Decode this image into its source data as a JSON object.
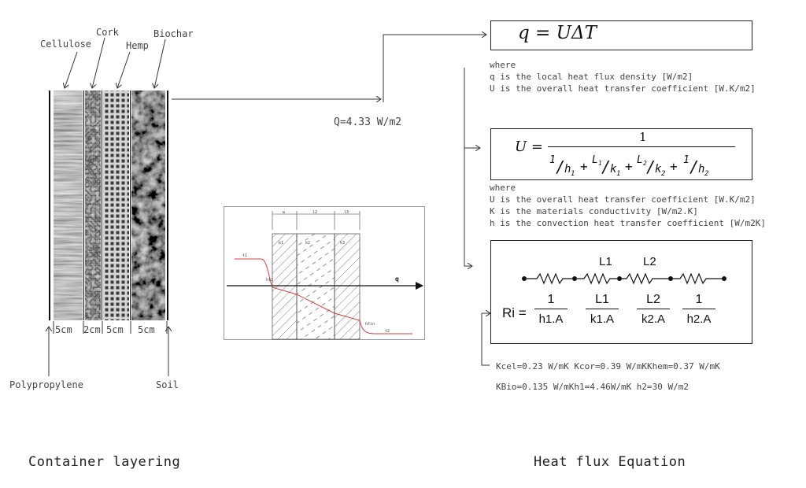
{
  "layers": {
    "labels": {
      "cellulose": "Cellulose",
      "cork": "Cork",
      "hemp": "Hemp",
      "biochar": "Biochar",
      "polypropylene": "Polypropylene",
      "soil": "Soil"
    },
    "thickness": [
      "5cm",
      "2cm",
      "5cm",
      "5cm"
    ]
  },
  "flux_value": "Q=4.33 W/m2",
  "captions": {
    "left": "Container layering",
    "right": "Heat flux Equation"
  },
  "equation1": {
    "formula": "q = UΔT",
    "where": "where",
    "lines": [
      "q is the local heat flux density [W/m2]",
      "U is the overall heat transfer coefficient [W.K/m2]"
    ]
  },
  "equation2": {
    "lhs": "U =",
    "numerator": "1",
    "where": "where",
    "lines": [
      "U is the overall heat transfer coefficient [W.K/m2]",
      "K is the materials conductivity [W/m2.K]",
      "h is the convection heat transfer coefficient [W/m2K]"
    ]
  },
  "resistance": {
    "labels": [
      "L1",
      "L2"
    ],
    "ri": "Ri =",
    "numerators": [
      "1",
      "L1",
      "L2",
      "1"
    ],
    "denominators": [
      "h1.A",
      "k1.A",
      "k2.A",
      "h2.A"
    ]
  },
  "constants": {
    "line1": "Kcel=0.23 W/mK Kcor=0.39 W/mKKhem=0.37 W/mK",
    "line2": "KBio=0.135 W/mKh1=4.46W/mK  h2=30 W/m2"
  },
  "profile_chart": {
    "axis_label": "q",
    "regions": [
      "k1",
      "k2",
      "k3"
    ],
    "labels": [
      "t1",
      "ht2",
      "hfin",
      "t2"
    ],
    "dims": [
      "w",
      "l2",
      "l3"
    ]
  }
}
